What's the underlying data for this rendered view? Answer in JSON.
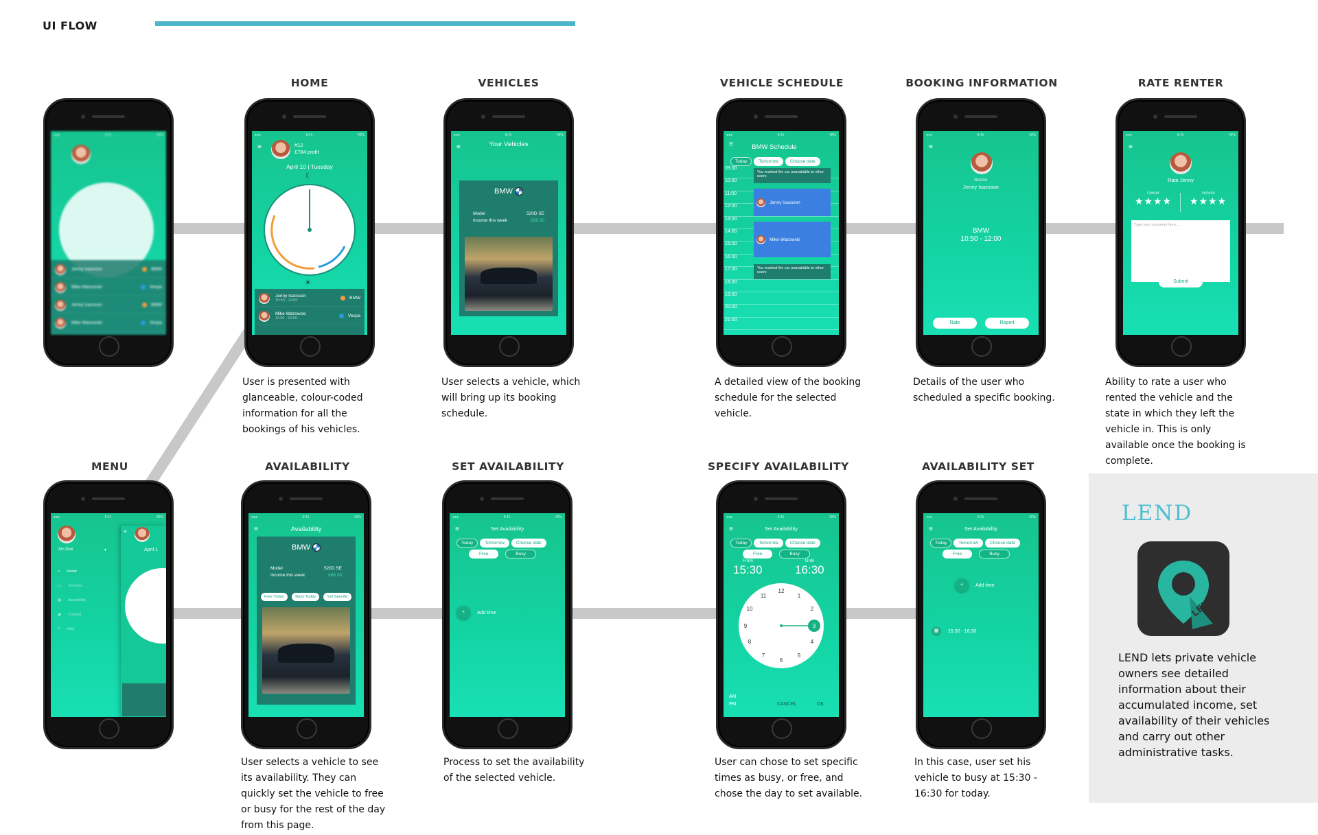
{
  "header": {
    "title": "UI FLOW"
  },
  "colors": {
    "accent": "#4db6c8",
    "screen_green": "#16c48e",
    "dot_orange": "#f39c3a",
    "dot_blue": "#2a9be0",
    "lend_blue": "#4dbfd0"
  },
  "screens": {
    "home": {
      "title": "HOME",
      "profile_id": "#12",
      "profit": "£784 profit",
      "date": "April 10 | Tuesday",
      "desc": "User is presented with glanceable, colour-coded information for all the bookings of his vehicles."
    },
    "vehicles": {
      "title": "VEHICLES",
      "screen_title": "Your Vehicles",
      "brand": "BMW",
      "model_label": "Model",
      "model_value": "520D SE",
      "income_label": "Income this week",
      "income_value": "£86.30",
      "desc": "User selects a vehicle, which will bring up its booking schedule."
    },
    "schedule": {
      "title": "VEHICLE SCHEDULE",
      "screen_title": "BMW Schedule",
      "tabs": [
        "Today",
        "Tomorrow",
        "Choose date"
      ],
      "times": [
        "09:00",
        "10:00",
        "11:00",
        "12:00",
        "13:00",
        "14:00",
        "15:00",
        "16:00",
        "17:00",
        "18:00",
        "19:00",
        "20:00",
        "21:00"
      ],
      "unavailable_note": "You marked the car unavailable to other users",
      "booking_1": "Jenny Isacsson",
      "booking_2": "Mike Wazowski",
      "desc": "A detailed view of the booking schedule for the selected vehicle."
    },
    "booking": {
      "title": "BOOKING INFORMATION",
      "role": "Renter",
      "name": "Jenny Isacsson",
      "brand": "BMW",
      "time": "10:50 - 12:00",
      "rate_btn": "Rate",
      "report_btn": "Report",
      "desc": "Details of the user who scheduled a specific booking."
    },
    "rate": {
      "title": "RATE RENTER",
      "screen_title": "Rate Jenny",
      "owner_label": "Owner",
      "vehicle_label": "Vehicle",
      "stars": "★★★★",
      "comment_placeholder": "Type your comment here...",
      "submit": "Submit",
      "desc": "Ability to rate a user who rented the vehicle and the state in which they left the vehicle in. This is only available once the booking is complete."
    },
    "menu": {
      "title": "MENU",
      "user": "Jon Doe",
      "items": [
        "Home",
        "Vehicles",
        "Availability",
        "Contact",
        "Help"
      ],
      "peek_date": "April 1"
    },
    "availability": {
      "title": "AVAILABILITY",
      "screen_title": "Availability",
      "brand": "BMW",
      "model_label": "Model",
      "model_value": "520D SE",
      "income_label": "Income this week",
      "income_value": "£86.30",
      "buttons": [
        "Free Today",
        "Busy Today",
        "Set Specific"
      ],
      "desc": "User selects a vehicle to see its availability. They can quickly set the vehicle to free or busy for the rest of the day from this page."
    },
    "set_availability": {
      "title": "SET AVAILABILITY",
      "screen_title": "Set Availability",
      "tabs": [
        "Today",
        "Tomorrow",
        "Choose date"
      ],
      "modes": [
        "Free",
        "Busy"
      ],
      "add_time": "Add time",
      "desc": "Process to set the availability of the selected vehicle."
    },
    "specify": {
      "title": "SPECIFY AVAILABILITY",
      "screen_title": "Set Availability",
      "tabs": [
        "Today",
        "Tomorrow",
        "Choose date"
      ],
      "modes": [
        "Free",
        "Busy"
      ],
      "from_label": "From",
      "from_time": "15:30",
      "until_label": "Until",
      "until_time": "16:30",
      "am": "AM",
      "pm": "PM",
      "cancel": "CANCEL",
      "ok": "OK",
      "desc": "User can chose to set specific times as busy, or free, and chose the day to set available."
    },
    "avail_set": {
      "title": "AVAILABILITY SET",
      "screen_title": "Set Availability",
      "tabs": [
        "Today",
        "Tomorrow",
        "Choose date"
      ],
      "modes": [
        "Free",
        "Busy"
      ],
      "add_time": "Add time",
      "slot": "15:30 - 16:30",
      "desc": "In this case, user set his vehicle to busy at 15:30 - 16:30 for today."
    }
  },
  "bookings": [
    {
      "name": "Jenny Isacsson",
      "time": "10:50 - 12:00",
      "car": "BMW",
      "dot": "orange"
    },
    {
      "name": "Mike Wazowski",
      "time": "11:00 - 16:00",
      "car": "Vespa",
      "dot": "blue"
    },
    {
      "name": "Jenny Isacsson",
      "time": "10:50 - 12:00",
      "car": "BMW",
      "dot": "orange"
    },
    {
      "name": "Mike Wazowski",
      "time": "11:00 - 16:00",
      "car": "Vespa",
      "dot": "blue"
    }
  ],
  "lend": {
    "logo": "LEND",
    "icon_text": "LEND",
    "text": "LEND lets private vehicle owners see detailed information about their accumulated income, set availability of their vehicles and carry out other administrative tasks."
  }
}
